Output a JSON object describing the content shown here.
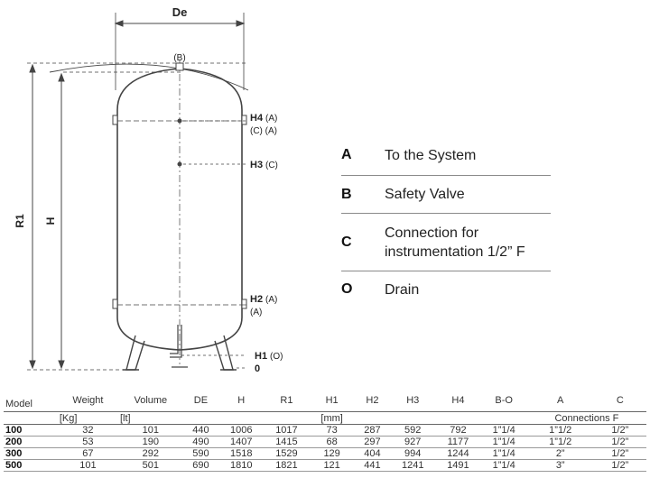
{
  "drawing": {
    "dim_de": "De",
    "dim_r1": "R1",
    "dim_h": "H",
    "top_b": "(B)",
    "h4": "H4",
    "h4_a": "(A)",
    "h4_c": "(C) (A)",
    "h3": "H3",
    "h3_c": "(C)",
    "h2": "H2",
    "h2_a1": "(A)",
    "h2_a2": "(A)",
    "h1": "H1",
    "h1_o": "(O)",
    "zero": "0"
  },
  "legend": [
    {
      "key": "A",
      "text": "To the System"
    },
    {
      "key": "B",
      "text": "Safety Valve"
    },
    {
      "key": "C",
      "text": "Connection for instrumentation 1/2” F"
    },
    {
      "key": "O",
      "text": "Drain"
    }
  ],
  "table": {
    "headers": [
      "Model",
      "Weight",
      "Volume",
      "DE",
      "H",
      "R1",
      "H1",
      "H2",
      "H3",
      "H4",
      "B-O",
      "A",
      "C"
    ],
    "units": {
      "weight": "[Kg]",
      "volume": "[lt]",
      "mm": "[mm]",
      "connections": "Connections F"
    },
    "rows": [
      [
        "100",
        "32",
        "101",
        "440",
        "1006",
        "1017",
        "73",
        "287",
        "592",
        "792",
        "1”1/4",
        "1”1/2",
        "1/2”"
      ],
      [
        "200",
        "53",
        "190",
        "490",
        "1407",
        "1415",
        "68",
        "297",
        "927",
        "1177",
        "1”1/4",
        "1”1/2",
        "1/2”"
      ],
      [
        "300",
        "67",
        "292",
        "590",
        "1518",
        "1529",
        "129",
        "404",
        "994",
        "1244",
        "1”1/4",
        "2”",
        "1/2”"
      ],
      [
        "500",
        "101",
        "501",
        "690",
        "1810",
        "1821",
        "121",
        "441",
        "1241",
        "1491",
        "1”1/4",
        "3”",
        "1/2”"
      ]
    ]
  }
}
